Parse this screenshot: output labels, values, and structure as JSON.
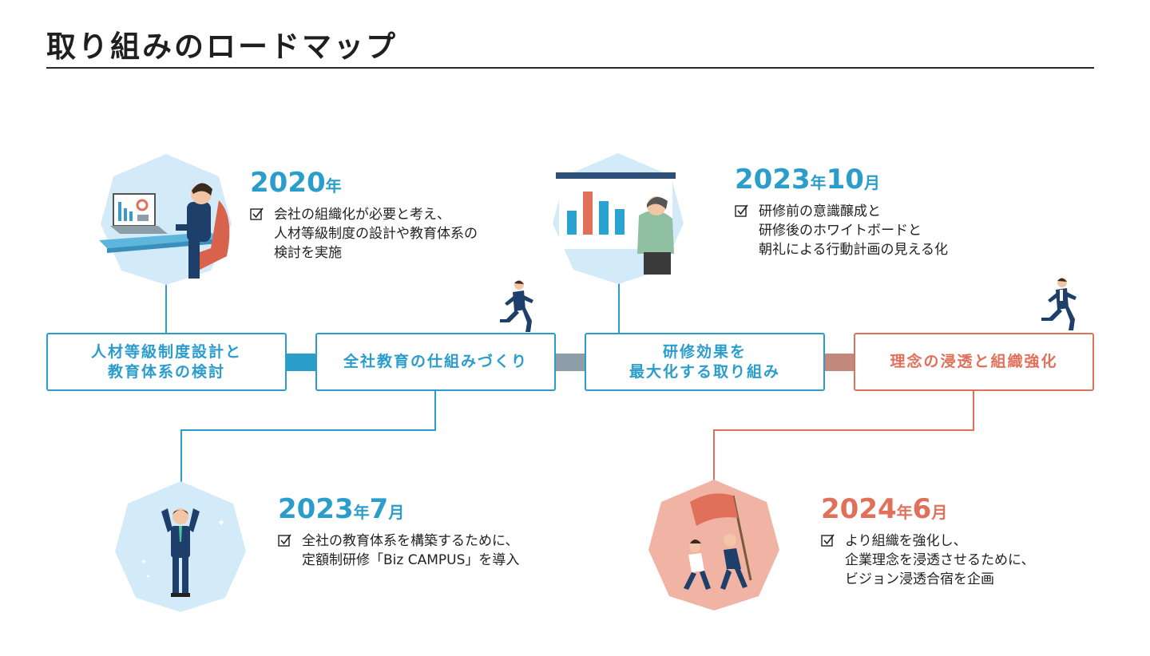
{
  "page": {
    "title": "取り組みのロードマップ"
  },
  "colors": {
    "blue": "#2a9dcb",
    "red": "#e0705a",
    "slate": "#8e9ea9",
    "rose": "#c2887e",
    "hex_blue": "#d3ebf8",
    "hex_pink": "#f0b3a4"
  },
  "stages": [
    {
      "label": "人材等級制度設計と\n教育体系の検討"
    },
    {
      "label": "全社教育の仕組みづくり"
    },
    {
      "label": "研修効果を\n最大化する取り組み"
    },
    {
      "label": "理念の浸透と組織強化"
    }
  ],
  "milestones": [
    {
      "year": "2020",
      "year_unit": "年",
      "month": "",
      "month_unit": "",
      "lines": [
        "会社の組織化が必要と考え、",
        "人材等級制度の設計や教育体系の",
        "検討を実施"
      ]
    },
    {
      "year": "2023",
      "year_unit": "年",
      "month": "10",
      "month_unit": "月",
      "lines": [
        "研修前の意識醸成と",
        "研修後のホワイトボードと",
        "朝礼による行動計画の見える化"
      ]
    },
    {
      "year": "2023",
      "year_unit": "年",
      "month": "7",
      "month_unit": "月",
      "lines": [
        "全社の教育体系を構築するために、",
        "定額制研修「Biz CAMPUS」を導入"
      ]
    },
    {
      "year": "2024",
      "year_unit": "年",
      "month": "6",
      "month_unit": "月",
      "lines": [
        "より組織を強化し、",
        "企業理念を浸透させるために、",
        "ビジョン浸透合宿を企画"
      ]
    }
  ],
  "icons": [
    "checkbox-icon",
    "office-worker-illustration",
    "presentation-illustration",
    "celebrating-man-illustration",
    "team-flag-illustration",
    "running-man-icon"
  ]
}
